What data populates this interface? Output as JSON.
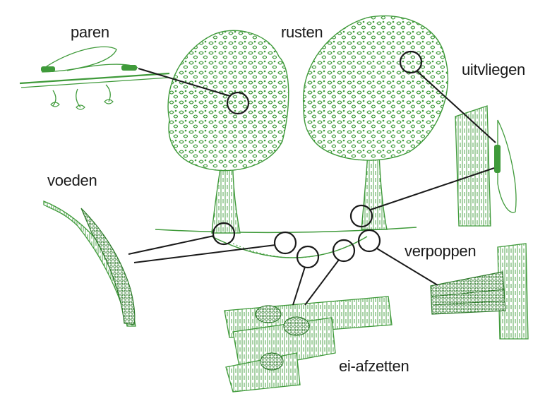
{
  "diagram": {
    "labels": {
      "paren": "paren",
      "rusten": "rusten",
      "uitvliegen": "uitvliegen",
      "voeden": "voeden",
      "verpoppen": "verpoppen",
      "ei_afzetten": "ei-afzetten"
    },
    "colors": {
      "foliage": "#3f9a3a",
      "foliage_dark": "#2d7a2a",
      "line": "#1a1a1a",
      "background": "#ffffff"
    },
    "icons": [
      "tree-left",
      "tree-right",
      "adult-insect-mating",
      "larva-feeding-twig",
      "adult-insect-emerging",
      "pupa-bark",
      "egg-masses-wood"
    ]
  }
}
